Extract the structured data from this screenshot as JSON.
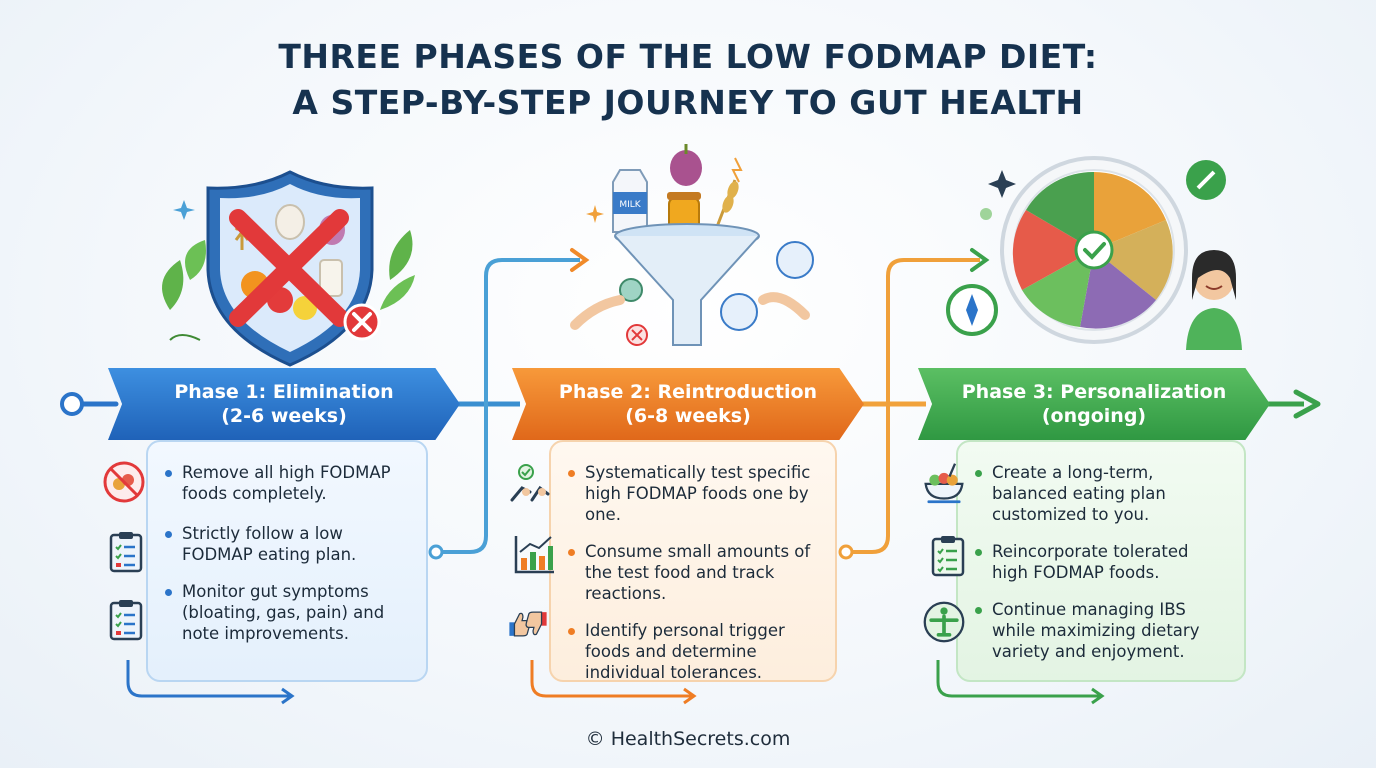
{
  "title": {
    "line1": "THREE PHASES OF THE LOW FODMAP DIET:",
    "line2": "A STEP-BY-STEP JOURNEY TO GUT HEALTH"
  },
  "colors": {
    "phase1": "#2b74c9",
    "phase2": "#ef7d24",
    "phase3": "#3aa14b",
    "title": "#16324f"
  },
  "phases": [
    {
      "name": "Phase 1: Elimination",
      "duration": "(2-6 weeks)",
      "icons": [
        "shield-icon",
        "no-food-icon",
        "clipboard-icon",
        "clipboard-icon"
      ],
      "items": [
        "Remove all high FODMAP foods completely.",
        "Strictly follow a low FODMAP eating plan.",
        "Monitor gut symptoms (bloating, gas, pain) and note improvements."
      ]
    },
    {
      "name": "Phase 2: Reintroduction",
      "duration": "(6-8 weeks)",
      "icons": [
        "funnel-icon",
        "hand-check-icon",
        "chart-icon",
        "thumbs-icon"
      ],
      "items": [
        "Systematically test specific high FODMAP foods one by one.",
        "Consume small amounts of the test food and track reactions.",
        "Identify personal trigger foods and determine individual tolerances."
      ]
    },
    {
      "name": "Phase 3: Personalization",
      "duration": "(ongoing)",
      "icons": [
        "plate-icon",
        "salad-icon",
        "clipboard-icon",
        "balance-icon"
      ],
      "items": [
        "Create a long-term, balanced eating plan customized to you.",
        "Reincorporate tolerated high FODMAP foods.",
        "Continue managing IBS while maximizing dietary variety and enjoyment."
      ]
    }
  ],
  "milk_label": "MILK",
  "footer": "© HealthSecrets.com"
}
